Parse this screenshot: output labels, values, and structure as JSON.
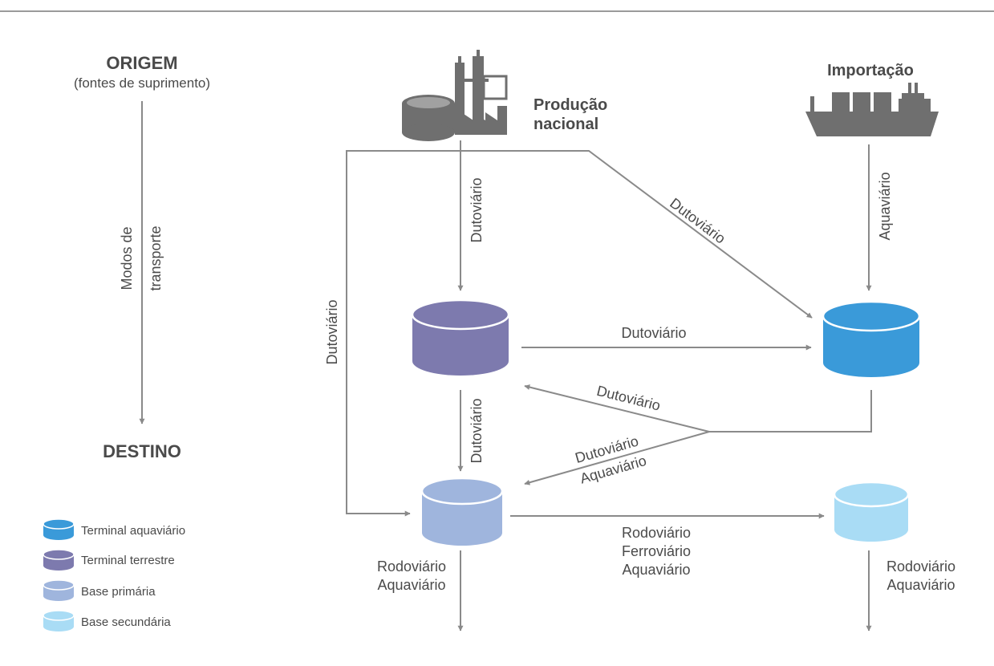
{
  "colors": {
    "line": "#8a8a8a",
    "icon": "#6f6f6f",
    "text": "#4a4a4a",
    "terminal_aquaviario": "#3a9ad9",
    "terminal_terrestre": "#7d7aae",
    "base_primaria": "#9fb5dd",
    "base_secundaria": "#a9dcf5"
  },
  "left": {
    "origem_title": "ORIGEM",
    "origem_subtitle": "(fontes de suprimento)",
    "modos_line1": "Modos de",
    "modos_line2": "transporte",
    "destino_title": "DESTINO"
  },
  "sources": {
    "producao_line1": "Produção",
    "producao_line2": "nacional",
    "importacao": "Importação"
  },
  "flows": {
    "prod_to_terrestre": "Dutoviário",
    "prod_to_aquaviario": "Dutoviário",
    "import_to_aquaviario": "Aquaviário",
    "prod_to_base_left": "Dutoviário",
    "terrestre_to_aquaviario": "Dutoviário",
    "aquaviario_to_terrestre": "Dutoviário",
    "terrestre_to_base": "Dutoviário",
    "aquaviario_to_base_line1": "Dutoviário",
    "aquaviario_to_base_line2": "Aquaviário",
    "base_to_secundaria_line1": "Rodoviário",
    "base_to_secundaria_line2": "Ferroviário",
    "base_to_secundaria_line3": "Aquaviário",
    "base_out_line1": "Rodoviário",
    "base_out_line2": "Aquaviário",
    "secundaria_out_line1": "Rodoviário",
    "secundaria_out_line2": "Aquaviário"
  },
  "legend": [
    {
      "label": "Terminal aquaviário",
      "icon": "terminal-aquaviario-icon"
    },
    {
      "label": "Terminal terrestre",
      "icon": "terminal-terrestre-icon"
    },
    {
      "label": "Base primária",
      "icon": "base-primaria-icon"
    },
    {
      "label": "Base secundária",
      "icon": "base-secundaria-icon"
    }
  ]
}
